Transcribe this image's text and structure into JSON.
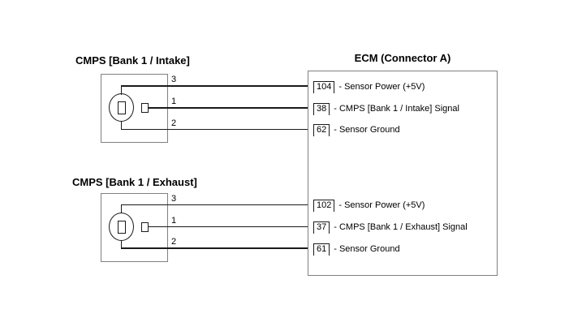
{
  "colors": {
    "background": "#ffffff",
    "line": "#1a1a1a",
    "box_border": "#808080",
    "text": "#000000"
  },
  "sensors": [
    {
      "title": "CMPS [Bank 1 / Intake]",
      "wires": [
        {
          "pin": "3"
        },
        {
          "pin": "1"
        },
        {
          "pin": "2"
        }
      ]
    },
    {
      "title": "CMPS [Bank 1 / Exhaust]",
      "wires": [
        {
          "pin": "3"
        },
        {
          "pin": "1"
        },
        {
          "pin": "2"
        }
      ]
    }
  ],
  "ecm": {
    "title": "ECM (Connector A)",
    "pin_groups": [
      {
        "pins": [
          {
            "number": "104",
            "label": "- Sensor Power (+5V)"
          },
          {
            "number": "38",
            "label": "- CMPS [Bank 1 / Intake] Signal"
          },
          {
            "number": "62",
            "label": "- Sensor Ground"
          }
        ]
      },
      {
        "pins": [
          {
            "number": "102",
            "label": "- Sensor Power (+5V)"
          },
          {
            "number": "37",
            "label": "- CMPS [Bank 1 / Exhaust] Signal"
          },
          {
            "number": "61",
            "label": "- Sensor Ground"
          }
        ]
      }
    ]
  }
}
